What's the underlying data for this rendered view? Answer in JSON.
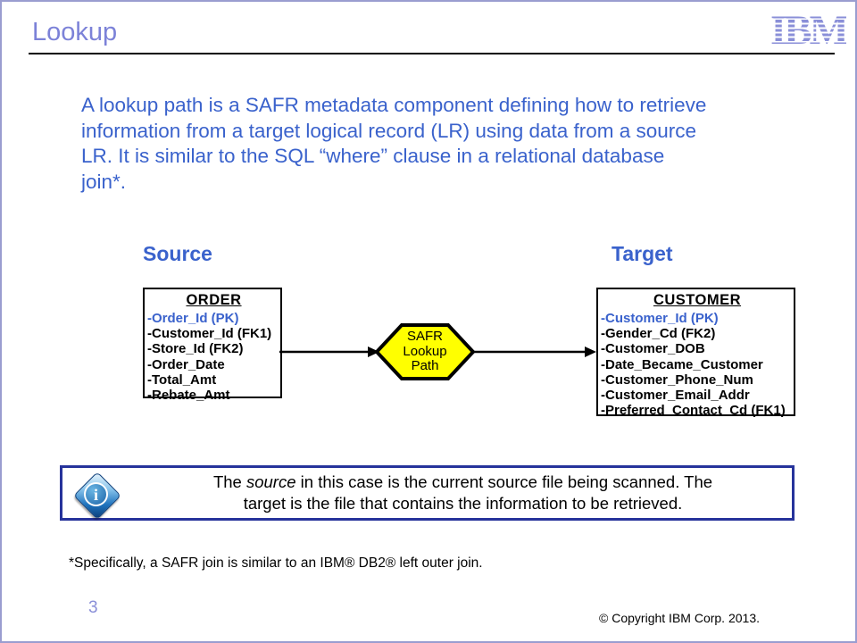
{
  "slide": {
    "title": "Lookup",
    "logo_text": "IBM",
    "page_number": "3",
    "copyright": "© Copyright IBM Corp. 2013."
  },
  "intro": {
    "text": "A lookup path is a SAFR metadata component defining how to retrieve\ninformation from a target logical record (LR) using data from a source\nLR. It is similar to the SQL “where” clause in a relational database\njoin*."
  },
  "diagram": {
    "source_label": "Source",
    "target_label": "Target",
    "connector_label": "SAFR\nLookup\nPath",
    "source_entity": {
      "title": "ORDER",
      "fields": [
        {
          "text": "-Order_Id (PK)",
          "pk": true
        },
        {
          "text": "-Customer_Id (FK1)"
        },
        {
          "text": "-Store_Id (FK2)"
        },
        {
          "text": "-Order_Date"
        },
        {
          "text": "-Total_Amt"
        },
        {
          "text": "-Rebate_Amt"
        }
      ]
    },
    "target_entity": {
      "title": "CUSTOMER",
      "fields": [
        {
          "text": "-Customer_Id (PK)",
          "pk": true
        },
        {
          "text": "-Gender_Cd (FK2)"
        },
        {
          "text": "-Customer_DOB"
        },
        {
          "text": "-Date_Became_Customer"
        },
        {
          "text": "-Customer_Phone_Num"
        },
        {
          "text": "-Customer_Email_Addr"
        },
        {
          "text": "-Preferred_Contact_Cd (FK1)"
        }
      ]
    }
  },
  "note": {
    "prefix": "The ",
    "italic_word": "source",
    "rest": " in this case is the current source file being scanned. The\ntarget is the file that contains the information to be retrieved."
  },
  "footnote": "*Specifically, a SAFR join is similar to an IBM® DB2® left outer join.",
  "colors": {
    "accent_blue": "#3a62cc",
    "periwinkle": "#8a8fd8",
    "slide_border": "#9a9dd0",
    "note_border": "#26339b",
    "hexagon_fill": "#ffff00"
  }
}
